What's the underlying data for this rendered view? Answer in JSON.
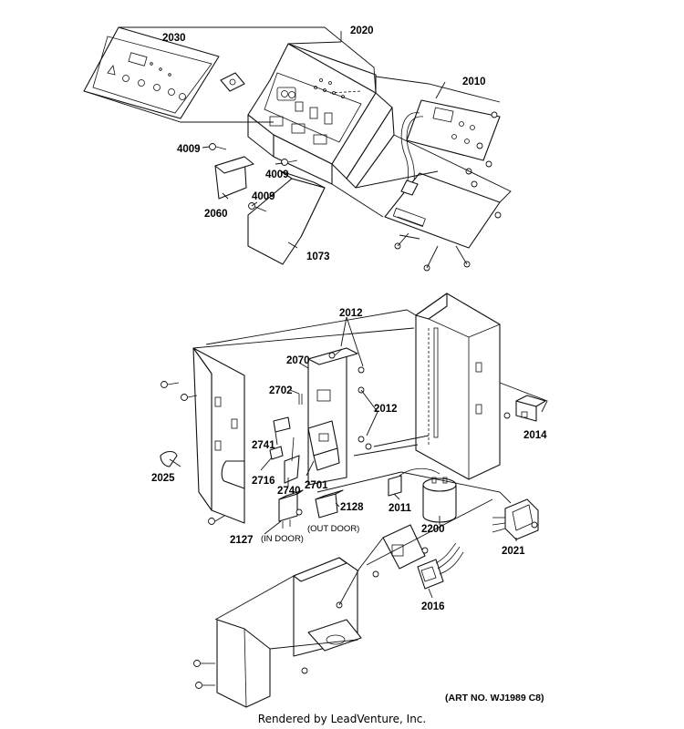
{
  "callouts": {
    "c2030": "2030",
    "c2020": "2020",
    "c2010": "2010",
    "c4009a": "4009",
    "c4009b": "4009",
    "c4009c": "4009",
    "c2060": "2060",
    "c1073": "1073",
    "c2012a": "2012",
    "c2012b": "2012",
    "c2070": "2070",
    "c2702": "2702",
    "c2014": "2014",
    "c2741": "2741",
    "c2025": "2025",
    "c2716": "2716",
    "c2701": "2701",
    "c2740": "2740",
    "c2011": "2011",
    "c2128": "2128",
    "c2127": "2127",
    "c2200": "2200",
    "c2021": "2021",
    "c2016": "2016"
  },
  "notes": {
    "in_door": "(IN DOOR)",
    "out_door": "(OUT DOOR)"
  },
  "footer": {
    "art_no": "(ART NO. WJ1989 C8)",
    "rendered_by": "Rendered by LeadVenture, Inc."
  }
}
